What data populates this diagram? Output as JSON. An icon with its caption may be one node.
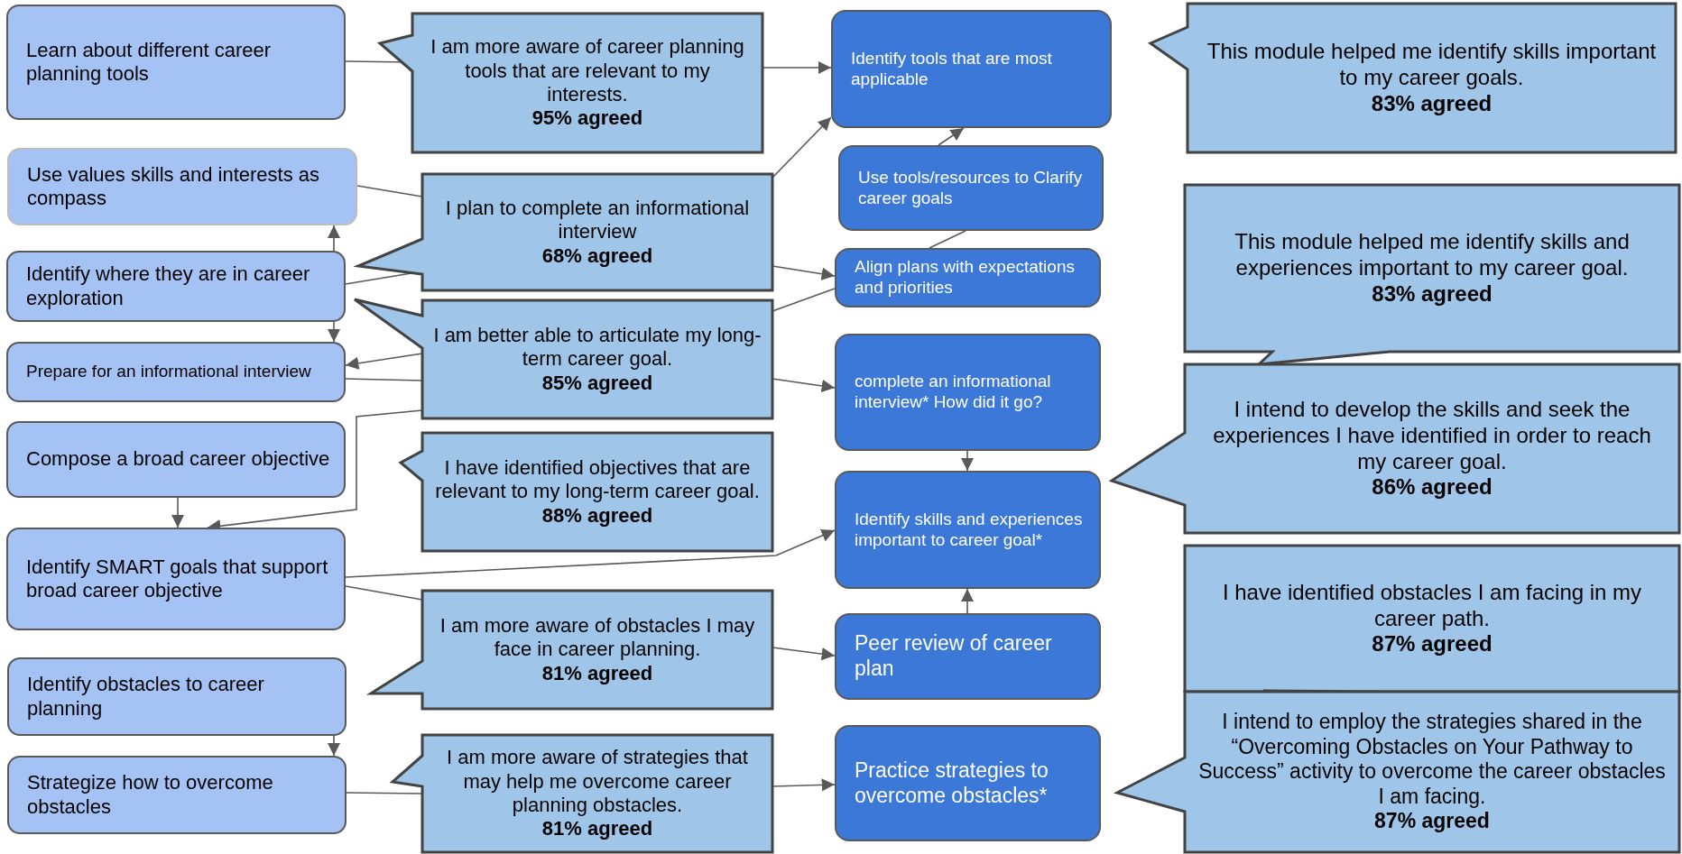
{
  "diagram": {
    "nodes": [
      {
        "text": [
          "Learn about different career planning tools"
        ]
      },
      {
        "text": [
          "Use values skills and interests as compass"
        ]
      },
      {
        "text": [
          "Identify where they are in career exploration"
        ]
      },
      {
        "text": [
          "Prepare for an informational interview"
        ]
      },
      {
        "text": [
          "Compose a broad career objective"
        ]
      },
      {
        "text": [
          "Identify SMART goals that support broad career objective"
        ]
      },
      {
        "text": [
          "Identify obstacles to career planning"
        ]
      },
      {
        "text": [
          "Strategize how to overcome obstacles"
        ]
      },
      {
        "text": [
          "I am more aware of career planning tools that are relevant to my interests.",
          "95% agreed"
        ]
      },
      {
        "text": [
          "I plan to complete an informational interview",
          "68% agreed"
        ]
      },
      {
        "text": [
          "I am better able to articulate my long-term career goal.",
          "85% agreed"
        ]
      },
      {
        "text": [
          "I have identified objectives that are relevant to my long-term career goal.",
          "88% agreed"
        ]
      },
      {
        "text": [
          "I am more aware of obstacles I may face in career planning.",
          "81% agreed"
        ]
      },
      {
        "text": [
          "I am more aware of strategies that may help me overcome career planning obstacles.",
          "81% agreed"
        ]
      },
      {
        "text": [
          "Identify tools that are most applicable"
        ]
      },
      {
        "text": [
          "Use tools/resources  to Clarify career goals"
        ]
      },
      {
        "text": [
          "Align plans with expectations and priorities"
        ]
      },
      {
        "text": [
          "complete an informational interview* How did it go?"
        ]
      },
      {
        "text": [
          "Identify skills and experiences important to career goal*"
        ]
      },
      {
        "text": [
          "Peer review of career plan"
        ]
      },
      {
        "text": [
          "Practice strategies to overcome obstacles*"
        ]
      },
      {
        "text": [
          "This module helped me identify skills important to my career goals.",
          "83% agreed"
        ]
      },
      {
        "text": [
          "This module helped me identify skills and experiences important to my career goal.",
          "83% agreed"
        ]
      },
      {
        "text": [
          "I intend to develop the skills and seek the experiences I have identified in order to reach my career goal.",
          "86% agreed"
        ]
      },
      {
        "text": [
          "I have identified obstacles I am facing in my career path.",
          "87% agreed"
        ]
      },
      {
        "text": [
          "I intend to employ the strategies shared in the “Overcoming Obstacles on Your Pathway to Success” activity to overcome the career obstacles I am facing.",
          "87% agreed"
        ]
      }
    ],
    "edges": [
      {
        "from": 0,
        "to": 8,
        "arrow": "none"
      },
      {
        "from": 8,
        "to": 14,
        "arrow": "to"
      },
      {
        "from": 1,
        "to": 9,
        "arrow": "none"
      },
      {
        "from": 2,
        "to": 9,
        "arrow": "none"
      },
      {
        "from": 9,
        "to": 16,
        "arrow": "to"
      },
      {
        "from": 9,
        "to": 14,
        "arrow": "to"
      },
      {
        "from": 16,
        "to": 15,
        "arrow": "none"
      },
      {
        "from": 15,
        "to": 14,
        "arrow": "to"
      },
      {
        "from": 2,
        "to": 1,
        "arrow": "to"
      },
      {
        "from": 2,
        "to": 3,
        "arrow": "to"
      },
      {
        "from": 16,
        "to": 10,
        "arrow": "none"
      },
      {
        "from": 10,
        "to": 3,
        "arrow": "to"
      },
      {
        "from": 3,
        "to": 10,
        "arrow": "none"
      },
      {
        "from": 10,
        "to": 17,
        "arrow": "to"
      },
      {
        "from": 10,
        "to": 5,
        "arrow": "to"
      },
      {
        "from": 4,
        "to": 5,
        "arrow": "to"
      },
      {
        "from": 5,
        "to": 18,
        "arrow": "to"
      },
      {
        "from": 5,
        "to": 12,
        "arrow": "none"
      },
      {
        "from": 12,
        "to": 19,
        "arrow": "to"
      },
      {
        "from": 6,
        "to": 7,
        "arrow": "to"
      },
      {
        "from": 7,
        "to": 13,
        "arrow": "none"
      },
      {
        "from": 13,
        "to": 20,
        "arrow": "to"
      },
      {
        "from": 17,
        "to": 18,
        "arrow": "to"
      },
      {
        "from": 19,
        "to": 18,
        "arrow": "to"
      }
    ]
  }
}
